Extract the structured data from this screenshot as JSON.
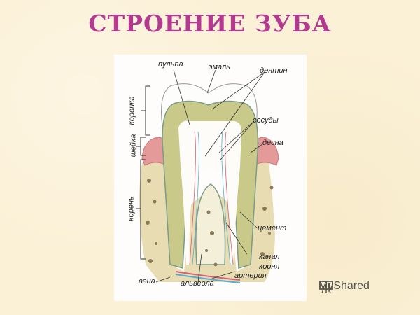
{
  "title": "СТРОЕНИЕ ЗУБА",
  "diagram": {
    "labels": {
      "pulp": "пульпа",
      "enamel": "эмаль",
      "dentin": "дентин",
      "vessels": "сосуды",
      "gum": "десна",
      "cement": "цемент",
      "root_canal_1": "канал",
      "root_canal_2": "корня",
      "artery": "артерия",
      "alveolus": "альвеола",
      "vein": "вена"
    },
    "sections": {
      "crown": "коронка",
      "neck": "шейка",
      "root": "корень"
    }
  },
  "watermark": {
    "text": "MyShared"
  },
  "colors": {
    "title": "#b43a91",
    "dentin": "#c9c98a",
    "gum": "#e59a9a",
    "bone": "#e8dcb2",
    "artery": "#d4607a",
    "vein": "#5aaad0"
  }
}
